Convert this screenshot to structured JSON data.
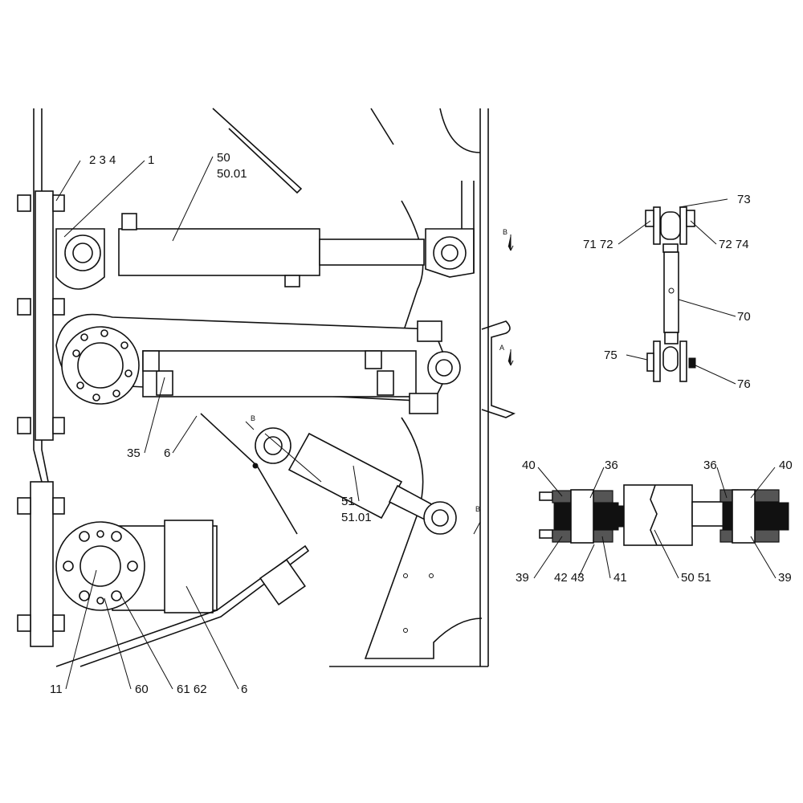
{
  "main_view": {
    "callouts": {
      "c234": "2  3  4",
      "c1": "1",
      "c50": "50",
      "c5001": "50.01",
      "c35": "35",
      "c6a": "6",
      "c51": "51",
      "c5101": "51.01",
      "c11": "11",
      "c60": "60",
      "c6162": "61 62",
      "c6b": "6"
    },
    "view_markers": {
      "b1": "B",
      "a": "A",
      "b2": "B",
      "b3": "B"
    }
  },
  "link_detail": {
    "callouts": {
      "c73": "73",
      "c7172": "71  72",
      "c7274": "72 74",
      "c70": "70",
      "c75": "75",
      "c76": "76"
    }
  },
  "section_detail": {
    "callouts": {
      "c40a": "40",
      "c36a": "36",
      "c36b": "36",
      "c40b": "40",
      "c39a": "39",
      "c4243": "42 43",
      "c41": "41",
      "c5051": "50 51",
      "c39b": "39"
    }
  }
}
